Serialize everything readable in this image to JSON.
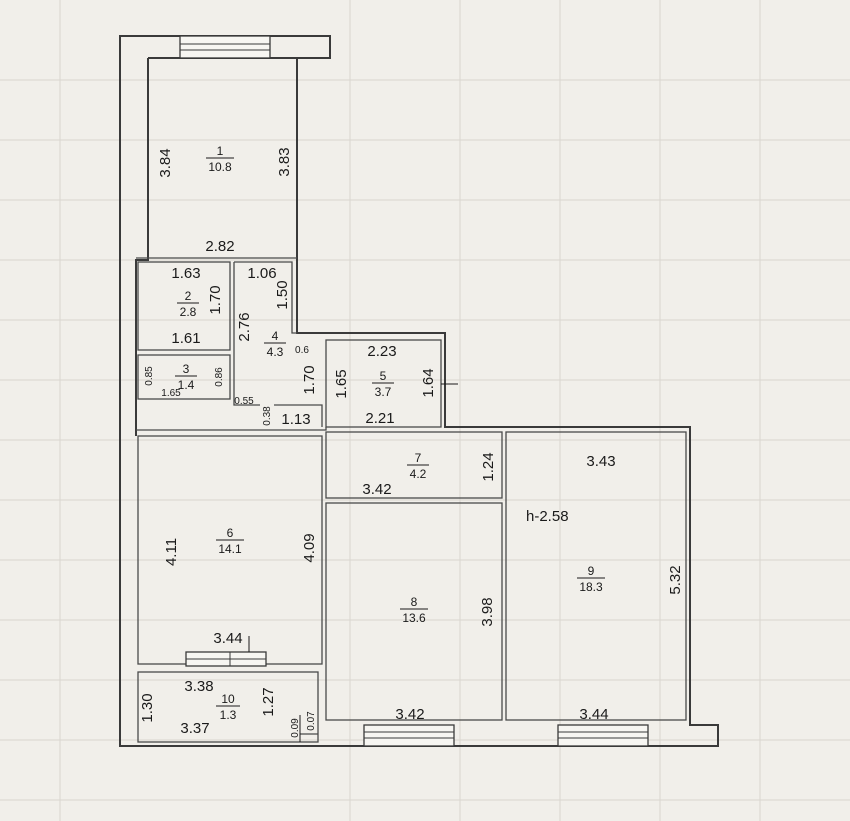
{
  "height_label": "h-2.58",
  "rooms": [
    {
      "num": "1",
      "area": "10.8"
    },
    {
      "num": "2",
      "area": "2.8"
    },
    {
      "num": "3",
      "area": "1.4"
    },
    {
      "num": "4",
      "area": "4.3"
    },
    {
      "num": "5",
      "area": "3.7"
    },
    {
      "num": "6",
      "area": "14.1"
    },
    {
      "num": "7",
      "area": "4.2"
    },
    {
      "num": "8",
      "area": "13.6"
    },
    {
      "num": "9",
      "area": "18.3"
    },
    {
      "num": "10",
      "area": "1.3"
    }
  ],
  "dims": {
    "r1_left": "3.84",
    "r1_right": "3.83",
    "r1_bottom": "2.82",
    "r2_top": "1.63",
    "r2_right": "1.70",
    "r2_bottom": "1.61",
    "r3_left": "0.85",
    "r3_right": "0.86",
    "r3_bottom": "1.65",
    "r3_gap": "0.55",
    "r4_top": "1.06",
    "r4_right_top": "1.50",
    "r4_left": "2.76",
    "r4_notch": "0.6",
    "r4_right_bottom": "1.70",
    "r4_small": "0.38",
    "r4_bottom": "1.13",
    "r5_top": "2.23",
    "r5_left": "1.65",
    "r5_right": "1.64",
    "r5_bottom": "2.21",
    "r7_right": "1.24",
    "r7_bottom": "3.42",
    "r6_left": "4.11",
    "r6_right": "4.09",
    "r6_bottom": "3.44",
    "r8_right": "3.98",
    "r8_bottom": "3.42",
    "r9_top": "3.43",
    "r9_right": "5.32",
    "r9_bottom": "3.44",
    "r10_top": "3.38",
    "r10_left": "1.30",
    "r10_right": "1.27",
    "r10_bottom": "3.37",
    "r10_a": "0.09",
    "r10_b": "0.07"
  }
}
